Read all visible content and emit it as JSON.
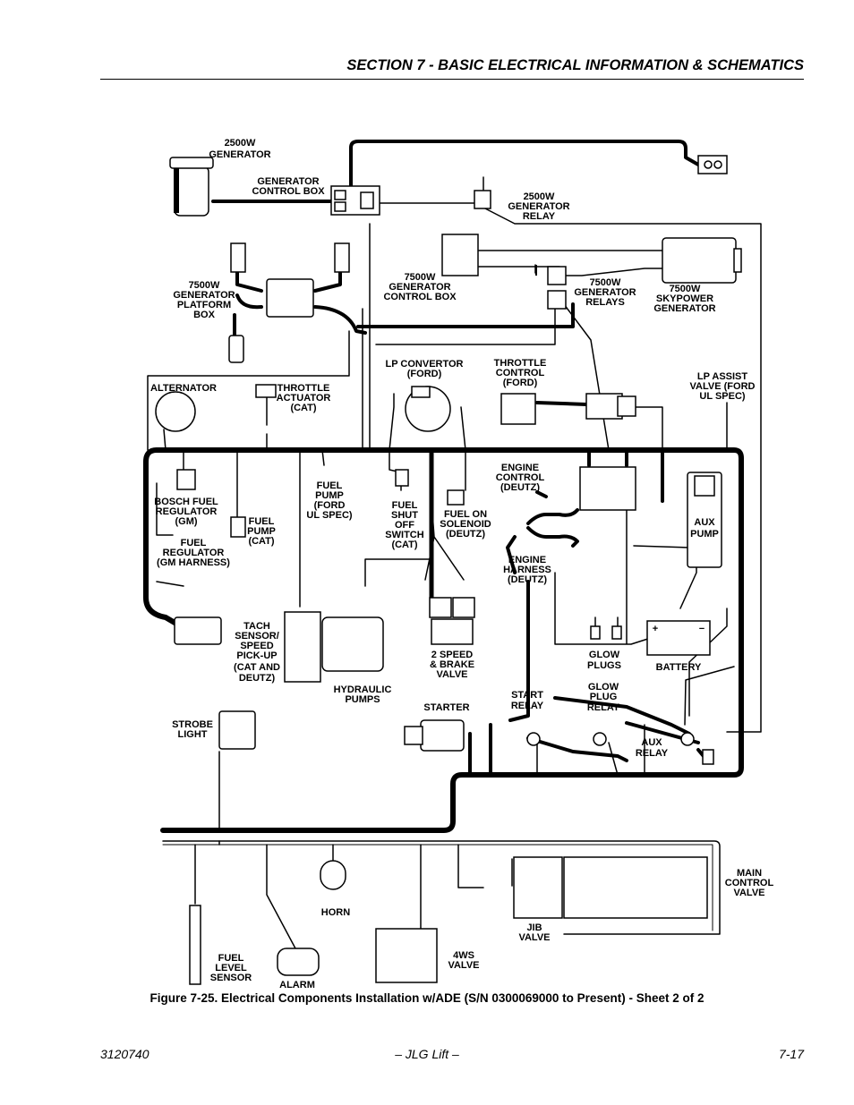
{
  "header": {
    "section_title": "SECTION 7 - BASIC ELECTRICAL INFORMATION & SCHEMATICS"
  },
  "diagram": {
    "labels": {
      "gen2500": [
        "2500W",
        "GENERATOR"
      ],
      "gen_control_box": [
        "GENERATOR",
        "CONTROL BOX"
      ],
      "gen2500_relay": [
        "2500W",
        "GENERATOR",
        "RELAY"
      ],
      "gen7500_platform_box": [
        "7500W",
        "GENERATOR",
        "PLATFORM",
        "BOX"
      ],
      "gen7500_control_box": [
        "7500W",
        "GENERATOR",
        "CONTROL BOX"
      ],
      "gen7500_relays": [
        "7500W",
        "GENERATOR",
        "RELAYS"
      ],
      "skypower": [
        "7500W",
        "SKYPOWER",
        "GENERATOR"
      ],
      "alternator": [
        "ALTERNATOR"
      ],
      "throttle_actuator": [
        "THROTTLE",
        "ACTUATOR",
        "(CAT)"
      ],
      "lp_convertor": [
        "LP CONVERTOR",
        "(FORD)"
      ],
      "throttle_control": [
        "THROTTLE",
        "CONTROL",
        "(FORD)"
      ],
      "lp_assist": [
        "LP ASSIST",
        "VALVE (FORD",
        "UL SPEC)"
      ],
      "bosch_fuel_reg": [
        "BOSCH FUEL",
        "REGULATOR",
        "(GM)"
      ],
      "fuel_regulator": [
        "FUEL",
        "REGULATOR",
        "(GM HARNESS)"
      ],
      "fuel_pump_cat": [
        "FUEL",
        "PUMP",
        "(CAT)"
      ],
      "fuel_pump_ford": [
        "FUEL",
        "PUMP",
        "(FORD",
        "UL SPEC)"
      ],
      "fuel_shutoff": [
        "FUEL",
        "SHUT",
        "OFF",
        "SWITCH",
        "(CAT)"
      ],
      "fuel_on_solenoid": [
        "FUEL ON",
        "SOLENOID",
        "(DEUTZ)"
      ],
      "engine_control": [
        "ENGINE",
        "CONTROL",
        "(DEUTZ)"
      ],
      "engine_harness": [
        "ENGINE",
        "HARNESS",
        "(DEUTZ)"
      ],
      "aux_pump": [
        "AUX",
        "PUMP"
      ],
      "tach_sensor": [
        "TACH",
        "SENSOR/",
        "SPEED",
        "PICK-UP",
        "(CAT AND",
        "DEUTZ)"
      ],
      "two_speed": [
        "2 SPEED",
        "& BRAKE",
        "VALVE"
      ],
      "hydraulic_pumps": [
        "HYDRAULIC",
        "PUMPS"
      ],
      "glow_plugs": [
        "GLOW",
        "PLUGS"
      ],
      "battery": [
        "BATTERY"
      ],
      "strobe": [
        "STROBE",
        "LIGHT"
      ],
      "starter": [
        "STARTER"
      ],
      "start_relay": [
        "START",
        "RELAY"
      ],
      "glow_plug_relay": [
        "GLOW",
        "PLUG",
        "RELAY"
      ],
      "aux_relay": [
        "AUX",
        "RELAY"
      ],
      "main_control_valve": [
        "MAIN",
        "CONTROL",
        "VALVE"
      ],
      "horn": [
        "HORN"
      ],
      "jib_valve": [
        "JIB",
        "VALVE"
      ],
      "fuel_level": [
        "FUEL",
        "LEVEL",
        "SENSOR"
      ],
      "alarm": [
        "ALARM"
      ],
      "ws4": [
        "4WS",
        "VALVE"
      ],
      "battery_plus": "+",
      "battery_minus": "−"
    }
  },
  "caption": "Figure 7-25.  Electrical Components Installation w/ADE (S/N 0300069000 to Present) - Sheet 2 of 2",
  "footer": {
    "left": "3120740",
    "center": "– JLG Lift –",
    "right": "7-17"
  }
}
